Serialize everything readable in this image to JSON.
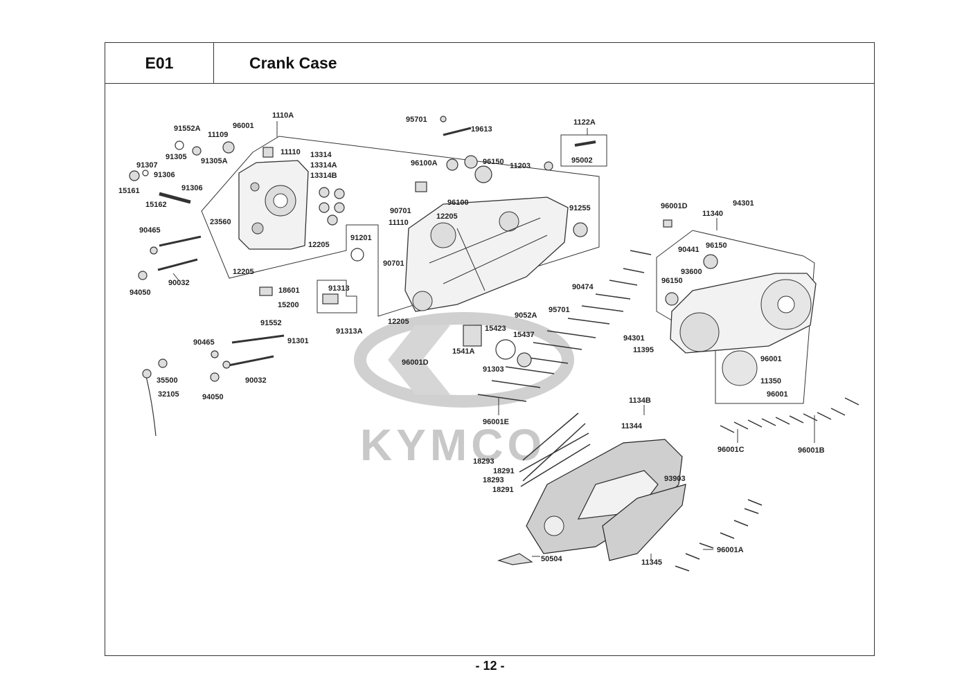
{
  "header": {
    "section_code": "E01",
    "title": "Crank Case"
  },
  "watermark": {
    "brand": "KYMCO"
  },
  "page_number": "- 12 -",
  "callouts": {
    "c1110A": "1110A",
    "c91552A": "91552A",
    "c11109": "11109",
    "c96001_top": "96001",
    "c91305": "91305",
    "c91305A": "91305A",
    "c11110_a": "11110",
    "c13314": "13314",
    "c13314A": "13314A",
    "c13314B": "13314B",
    "c91307": "91307",
    "c91306_a": "91306",
    "c15161": "15161",
    "c91306_b": "91306",
    "c15162": "15162",
    "c90465_a": "90465",
    "c23560": "23560",
    "c12205_a": "12205",
    "c12205_b": "12205",
    "c90032_a": "90032",
    "c94050_a": "94050",
    "c18601": "18601",
    "c91313": "91313",
    "c15200": "15200",
    "c91313A": "91313A",
    "c91201": "91201",
    "c95701_top": "95701",
    "c19613": "19613",
    "c1122A": "1122A",
    "c95002": "95002",
    "c96100A": "96100A",
    "c96150_a": "96150",
    "c11203": "11203",
    "c96100": "96100",
    "c90701_a": "90701",
    "c12205_c": "12205",
    "c11110_b": "11110",
    "c91255": "91255",
    "c90701_b": "90701",
    "c12205_d": "12205",
    "c90474": "90474",
    "c95701_mid": "95701",
    "c9052A": "9052A",
    "c15423": "15423",
    "c15437": "15437",
    "c1541A": "1541A",
    "c96001D_a": "96001D",
    "c91303": "91303",
    "c91552": "91552",
    "c91301": "91301",
    "c90465_b": "90465",
    "c90032_b": "90032",
    "c35500": "35500",
    "c32105": "32105",
    "c94050_b": "94050",
    "c96001E": "96001E",
    "c96001D_b": "96001D",
    "c94301_a": "94301",
    "c11340": "11340",
    "c90441": "90441",
    "c96150_b": "96150",
    "c93600": "93600",
    "c96150_c": "96150",
    "c94301_b": "94301",
    "c11395": "11395",
    "c96001_r1": "96001",
    "c11350": "11350",
    "c96001_r2": "96001",
    "c96001C": "96001C",
    "c96001B": "96001B",
    "c1134B": "1134B",
    "c11344": "11344",
    "c18293_a": "18293",
    "c18291_a": "18291",
    "c18293_b": "18293",
    "c18291_b": "18291",
    "c93903": "93903",
    "c50504": "50504",
    "c11345": "11345",
    "c96001A": "96001A"
  }
}
